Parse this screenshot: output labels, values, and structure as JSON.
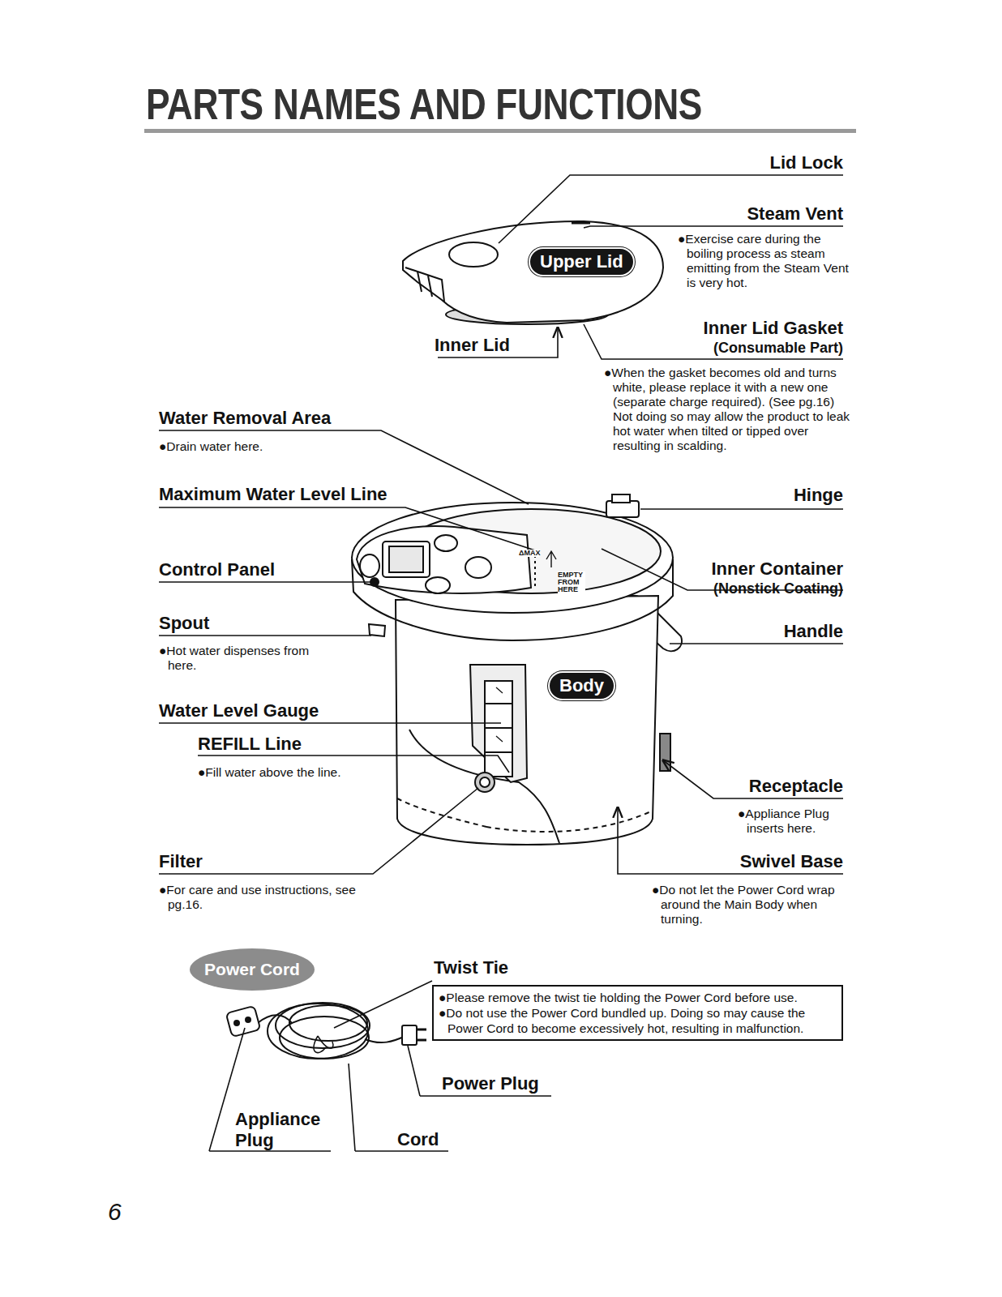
{
  "diagram": {
    "title": "PARTS NAMES AND FUNCTIONS",
    "nodes": [
      {
        "text": [
          "Upper Lid"
        ]
      },
      {
        "text": [
          "Body"
        ]
      },
      {
        "text": [
          "Power Cord"
        ]
      },
      {
        "text": [
          "Twist Tie",
          "●Please remove the twist tie holding the Power Cord before use.",
          "●Do not use the Power Cord bundled up. Doing so may cause the Power Cord to become excessively hot, resulting in malfunction."
        ]
      }
    ],
    "edges": [],
    "labels": [
      "Lid Lock",
      "Steam Vent",
      "●Exercise care during the boiling process as steam emitting from the Steam Vent is very hot.",
      "Inner Lid",
      "Inner Lid Gasket",
      "(Consumable Part)",
      "●When the gasket becomes old and turns white, please replace it with a new one (separate charge required). (See pg.16) Not doing so may allow the product to leak hot water when tilted or tipped over resulting in scalding.",
      "Water Removal Area",
      "●Drain water here.",
      "Maximum Water Level Line",
      "Hinge",
      "Control Panel",
      "Inner Container",
      "(Nonstick Coating)",
      "Spout",
      "●Hot water dispenses from here.",
      "Handle",
      "Water Level Gauge",
      "REFILL Line",
      "●Fill water above the line.",
      "Receptacle",
      "●Appliance Plug inserts here.",
      "Filter",
      "●For care and use instructions, see pg.16.",
      "Swivel Base",
      "●Do not let the Power Cord wrap around the Main Body when turning.",
      "Appliance Plug",
      "Power Plug",
      "Cord",
      "6",
      "ΔMAX",
      "EMPTY FROM HERE"
    ]
  }
}
